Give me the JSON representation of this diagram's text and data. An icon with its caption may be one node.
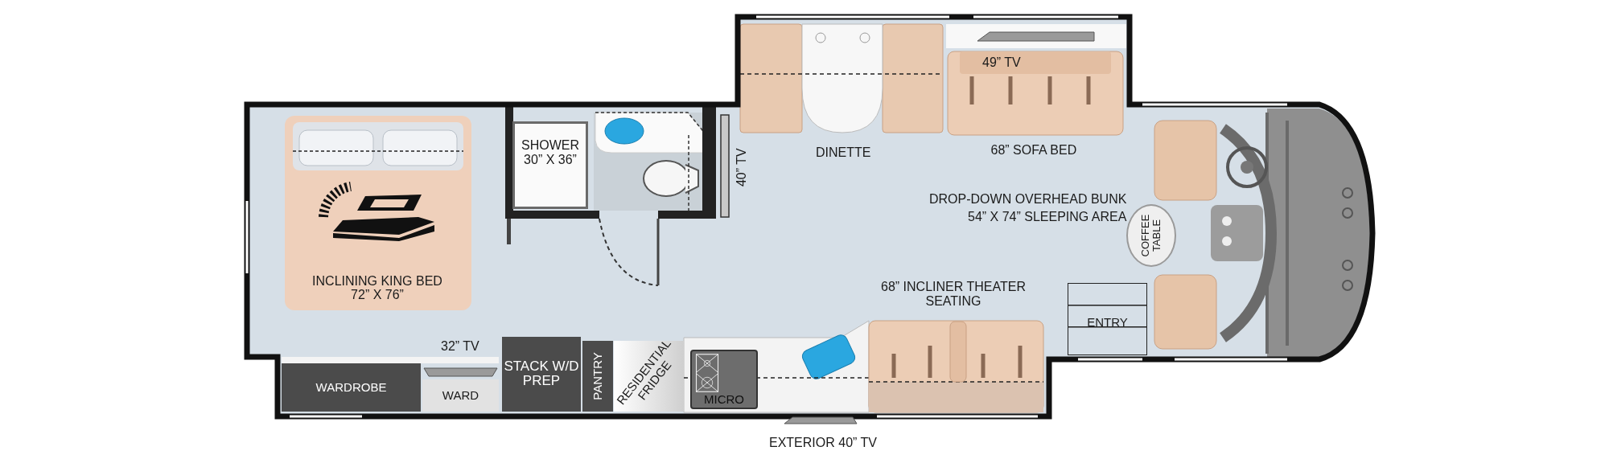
{
  "diagram": {
    "nodes": [
      {
        "text": [
          "INCLINING KING BED 72” X 76”"
        ]
      },
      {
        "text": [
          "SHOWER 30” X 36”"
        ]
      },
      {
        "text": [
          "WARDROBE"
        ]
      },
      {
        "text": [
          "WARD"
        ]
      },
      {
        "text": [
          "STACK W/D PREP"
        ]
      },
      {
        "text": [
          "PANTRY"
        ]
      },
      {
        "text": [
          "RESIDENTIAL FRIDGE"
        ]
      },
      {
        "text": [
          "MICRO"
        ]
      },
      {
        "text": [
          "COFFEE TABLE"
        ]
      },
      {
        "text": [
          "ENTRY"
        ]
      }
    ],
    "labels": [
      "40” TV",
      "DINETTE",
      "49” TV",
      "68” SOFA BED",
      "DROP-DOWN OVERHEAD BUNK",
      "54” X 74” SLEEPING AREA",
      "68” INCLINER THEATER SEATING",
      "32” TV",
      "EXTERIOR 40” TV"
    ]
  }
}
